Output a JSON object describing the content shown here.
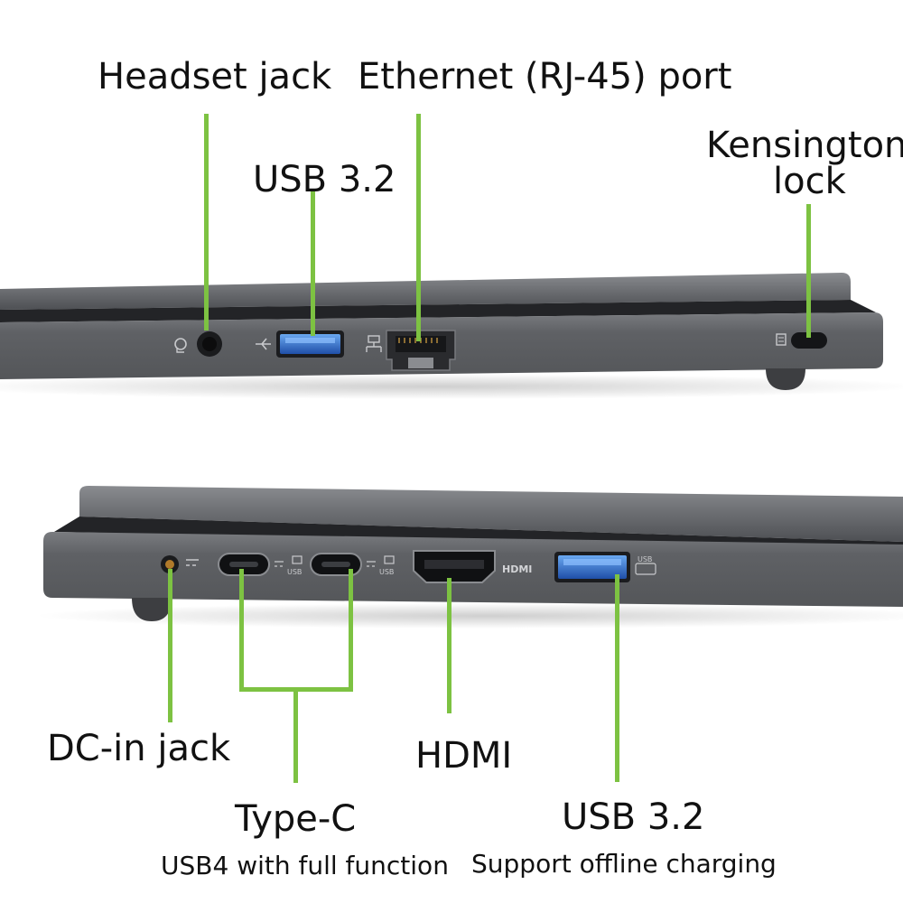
{
  "callouts": {
    "headset_jack": "Headset jack",
    "ethernet": "Ethernet (RJ-45) port",
    "usb_top": "USB 3.2",
    "kensington": [
      "Kensington",
      "lock"
    ],
    "dc_in": "DC-in jack",
    "type_c": "Type-C",
    "type_c_sub": "USB4 with full function",
    "hdmi": "HDMI",
    "usb_bottom": "USB 3.2",
    "usb_bottom_sub": "Support offline charging"
  },
  "port_markings": {
    "hdmi_logo": "HDMI",
    "usb_logo_1": "USB",
    "usb_logo_2": "USB",
    "usb_logo_3": "USB"
  },
  "colors": {
    "leader_line": "#7dc242",
    "chassis": "#5d5f63",
    "port_blue": "#2f6fd0"
  }
}
